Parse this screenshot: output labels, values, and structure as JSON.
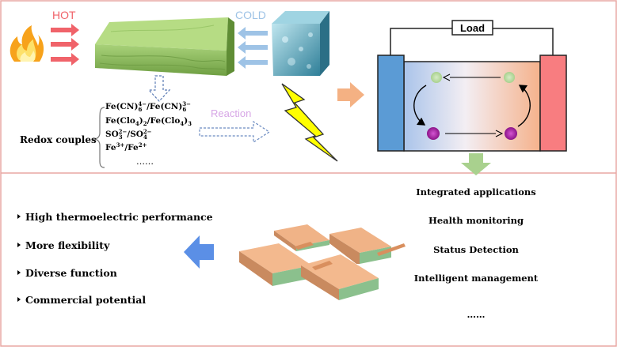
{
  "labels": {
    "hot": "HOT",
    "cold": "COLD",
    "load": "Load",
    "reaction": "Reaction",
    "redox_couples": "Redox couples",
    "redox_ellipsis": "……"
  },
  "redox_list": [
    {
      "parts": [
        [
          "Fe(CN)",
          ""
        ],
        [
          "6",
          "sub"
        ],
        [
          "4−",
          "sup"
        ],
        [
          "/Fe(CN)",
          ""
        ],
        [
          "6",
          "sub"
        ],
        [
          "3−",
          "sup"
        ]
      ]
    },
    {
      "parts": [
        [
          "Fe(Clo",
          ""
        ],
        [
          "4",
          "sub"
        ],
        [
          ")",
          ""
        ],
        [
          "2",
          "sub"
        ],
        [
          "/Fe(Clo",
          ""
        ],
        [
          "4",
          "sub"
        ],
        [
          ")",
          ""
        ],
        [
          "3",
          "sub"
        ]
      ]
    },
    {
      "parts": [
        [
          "SO",
          ""
        ],
        [
          "3",
          "sub"
        ],
        [
          "2−",
          "sup"
        ],
        [
          "/SO",
          ""
        ],
        [
          "4",
          "sub"
        ],
        [
          "2−",
          "sup"
        ]
      ]
    },
    {
      "parts": [
        [
          "Fe",
          ""
        ],
        [
          "3+",
          "sup"
        ],
        [
          "/Fe",
          ""
        ],
        [
          "2+",
          "sup"
        ]
      ]
    }
  ],
  "features": [
    "High thermoelectric performance",
    "More flexibility",
    "Diverse function",
    "Commercial potential"
  ],
  "applications": [
    "Integrated applications",
    "Health monitoring",
    "Status Detection",
    "Intelligent management",
    "……"
  ],
  "colors": {
    "border": "#e8a7a3",
    "hot": "#f0636a",
    "cold": "#9ec3e6",
    "electrode_cold": "#5b9bd5",
    "electrode_hot": "#f87d80",
    "green_sheet": "#8fc25a",
    "orange_arrow": "#f4b183",
    "green_arrow": "#a9d18e",
    "blue_arrow": "#5b8fe6",
    "bolt": "#ffff00",
    "copper": "#e9a474",
    "reaction": "#d7a6e6",
    "ion_green": "#a9d18e",
    "ion_purple": "#b21fb0"
  }
}
